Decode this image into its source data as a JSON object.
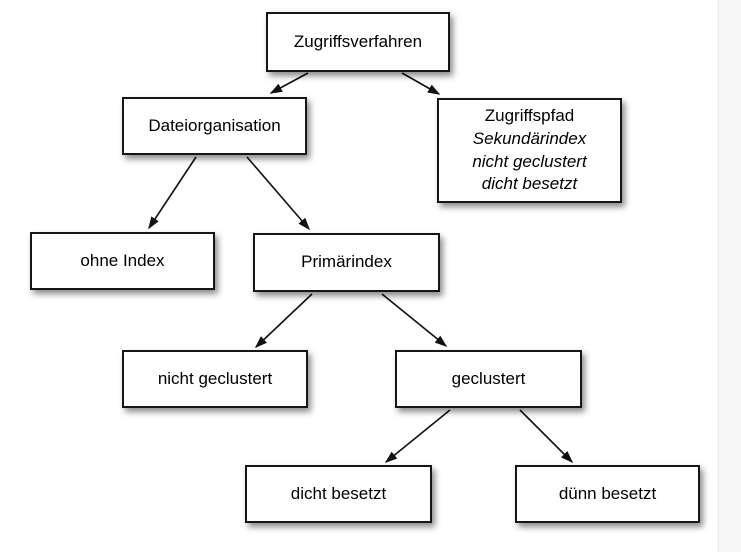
{
  "diagram": {
    "nodes": {
      "zugriffsverfahren": {
        "label": "Zugriffsverfahren"
      },
      "dateiorganisation": {
        "label": "Dateiorganisation"
      },
      "zugriffspfad": {
        "title": "Zugriffspfad",
        "details": [
          "Sekundärindex",
          "nicht geclustert",
          "dicht besetzt"
        ]
      },
      "ohne_index": {
        "label": "ohne Index"
      },
      "primaerindex": {
        "label": "Primärindex"
      },
      "nicht_geclustert": {
        "label": "nicht geclustert"
      },
      "geclustert": {
        "label": "geclustert"
      },
      "dicht_besetzt": {
        "label": "dicht besetzt"
      },
      "duenn_besetzt": {
        "label": "dünn besetzt"
      }
    },
    "edges": [
      {
        "from": "Zugriffsverfahren",
        "to": "Dateiorganisation"
      },
      {
        "from": "Zugriffsverfahren",
        "to": "Zugriffspfad"
      },
      {
        "from": "Dateiorganisation",
        "to": "ohne Index"
      },
      {
        "from": "Dateiorganisation",
        "to": "Primärindex"
      },
      {
        "from": "Primärindex",
        "to": "nicht geclustert"
      },
      {
        "from": "Primärindex",
        "to": "geclustert"
      },
      {
        "from": "geclustert",
        "to": "dicht besetzt"
      },
      {
        "from": "geclustert",
        "to": "dünn besetzt"
      }
    ],
    "colors": {
      "box_fill": "#ffffff",
      "box_border": "#161616",
      "arrow": "#111111",
      "background": "#ffffff",
      "page_edge_strip": "#f6f6f6"
    }
  }
}
